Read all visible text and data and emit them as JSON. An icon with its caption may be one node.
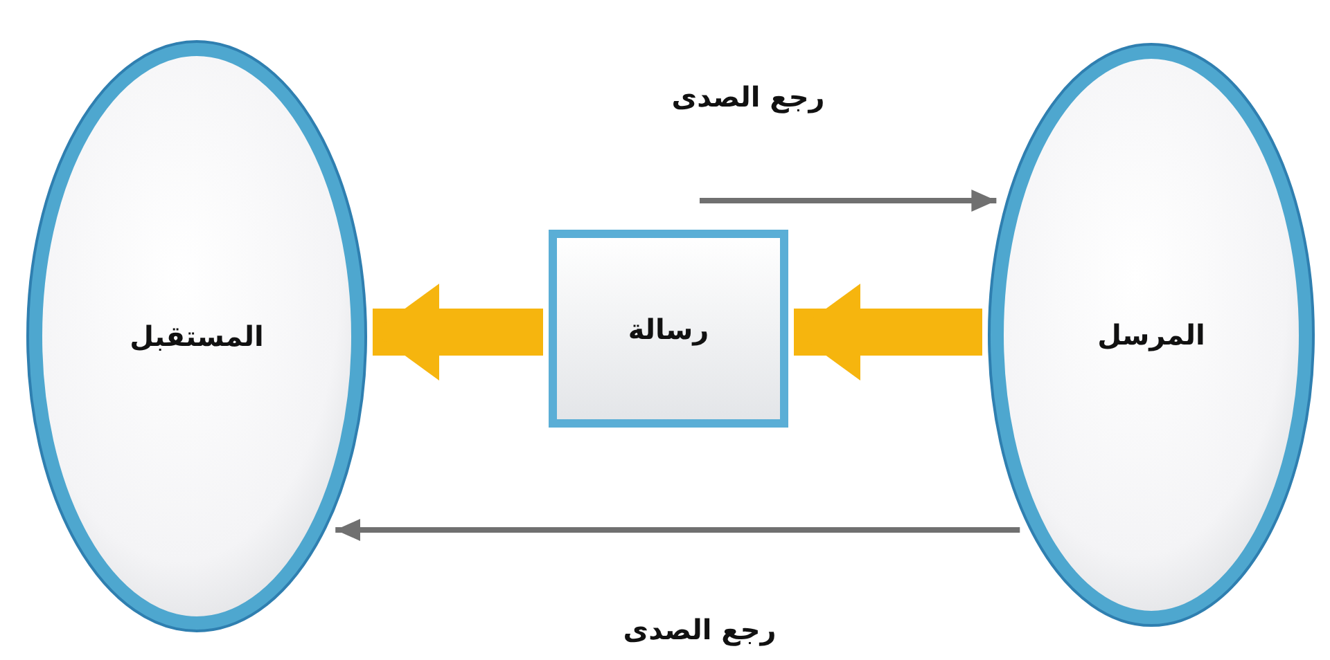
{
  "diagram": {
    "nodes": [
      {
        "text": [
          "المستقبل"
        ]
      },
      {
        "text": [
          "رسالة"
        ]
      },
      {
        "text": [
          "المرسل"
        ]
      }
    ],
    "edges": [
      {
        "from": 2,
        "to": 1,
        "arrow": "to",
        "style": "thick",
        "color": "#f6b50e"
      },
      {
        "from": 1,
        "to": 0,
        "arrow": "to",
        "style": "thick",
        "color": "#f6b50e"
      },
      {
        "from": null,
        "to": 2,
        "arrow": "to",
        "label": "رجع الصدى",
        "color": "#707070"
      },
      {
        "from": 2,
        "to": 0,
        "arrow": "to",
        "label": "رجع الصدى",
        "color": "#707070"
      }
    ]
  }
}
